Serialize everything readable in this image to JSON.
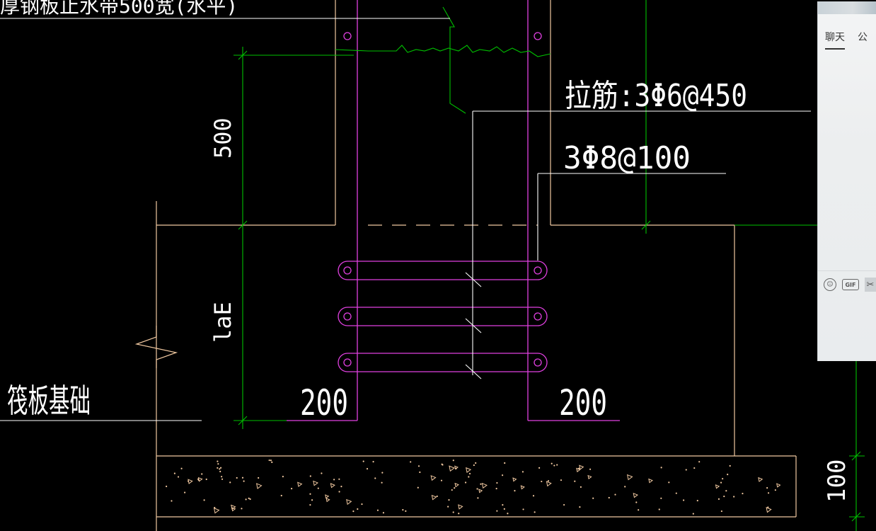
{
  "drawing": {
    "header_note": "厚钢板止水带500宽(水平)",
    "tie_bar_label": "拉筋:3Φ6@450",
    "stirrup_label": "3Φ8@100",
    "dim_500": "500",
    "dim_lae": "laE",
    "raft_label": "筏板基础",
    "dim_200_left": "200",
    "dim_200_right": "200",
    "dim_100": "100",
    "colors": {
      "background": "#000000",
      "rebar": "#e040e0",
      "dimension": "#00c000",
      "outline": "#f0c8a0",
      "text": "#ffffff"
    }
  },
  "panel": {
    "tab_chat": "聊天",
    "tab_public": "公",
    "tool_emoji": "☺",
    "tool_gif": "GIF",
    "tool_cut": "✂",
    "icons": [
      "smiley-icon",
      "gif-icon",
      "video-icon",
      "scissors-icon"
    ]
  }
}
